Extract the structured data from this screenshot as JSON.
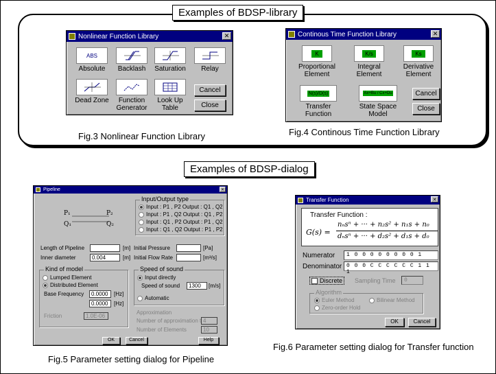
{
  "library_section": {
    "title": "Examples of BDSP-library",
    "nonlinear_window": {
      "title": "Nonlinear Function Library",
      "close": "✕",
      "blocks": [
        {
          "label": "Absolute",
          "glyph": "ABS"
        },
        {
          "label": "Backlash",
          "glyph": ""
        },
        {
          "label": "Saturation",
          "glyph": ""
        },
        {
          "label": "Relay",
          "glyph": ""
        },
        {
          "label": "Dead Zone",
          "glyph": ""
        },
        {
          "label": "Function\nGenerator",
          "glyph": ""
        },
        {
          "label": "Look Up\nTable",
          "glyph": ""
        }
      ],
      "cancel": "Cancel",
      "close_button": "Close"
    },
    "continuous_window": {
      "title": "Continous Time Function Library",
      "close": "✕",
      "blocks": [
        {
          "label": "Proportional\nElement",
          "glyph": "K"
        },
        {
          "label": "Integral\nElement",
          "glyph": "K/s"
        },
        {
          "label": "Derivative\nElement",
          "glyph": "Ks"
        },
        {
          "label": "Transfer\nFunction",
          "glyph": "N(s)/D(s)"
        },
        {
          "label": "State Space\nModel",
          "glyph": "Ax+Bu / Cx+Du"
        }
      ],
      "cancel": "Cancel",
      "close_button": "Close"
    },
    "fig3_caption": "Fig.3 Nonlinear Function Library",
    "fig4_caption": "Fig.4 Continous Time Function Library"
  },
  "dialog_section": {
    "title": "Examples of BDSP-dialog",
    "pipeline_window": {
      "title": "Pipeline",
      "close": "✕",
      "input_output_group": "Input/Output type",
      "io_options": [
        "Input : P1 , P2   Output : Q1 , Q2",
        "Input : P1 , Q2   Output : Q1 , P2",
        "Input : Q1 , P2   Output : P1 , Q2",
        "Input : Q1 , Q2   Output : P1 , P2"
      ],
      "row1_label": "Length of Pipeline",
      "row1_unit": "[m]",
      "row1_right_label": "Initial Pressure",
      "row1_right_unit": "[Pa]",
      "row2_label": "Inner diameter",
      "row2_value": "0.004",
      "row2_unit": "[m]",
      "row2_right_label": "Initial Flow Rate",
      "row2_right_unit": "[m³/s]",
      "kind_group": "Kind of model",
      "kind_options": [
        "Lumped Element",
        "Distributed Element"
      ],
      "freq_label": "Base Frequency",
      "f1_value": "0.0000",
      "f2_value": "0.0000",
      "freq_unit": "[Hz]",
      "damping_label": "Friction",
      "damping_value": "1.0E-06",
      "sound_group": "Speed of sound",
      "sound_options": [
        "Input directly",
        "Automatic"
      ],
      "sound_speed_label": "Speed of sound",
      "sound_speed_value": "1300",
      "sound_speed_unit": "[m/s]",
      "approx_group": "Approximation",
      "approx_row1_label": "Number of approximation terms",
      "approx_row1_value": "4",
      "approx_row2_label": "Number of Elements",
      "approx_row2_value": "10",
      "ok": "OK",
      "cancel": "Cancel",
      "help": "Help"
    },
    "transfer_window": {
      "title": "Transfer Function",
      "close": "✕",
      "heading": "Transfer Function :",
      "formula_num": "nₙsⁿ + ··· + n₂s² + n₁s + n₀",
      "formula_den": "dₙsⁿ + ··· + d₂s² + d₁s + d₀",
      "formula_lhs": "G(s) =",
      "numerator_label": "Numerator",
      "numerator_value": "1 0 0 0 0 0 0 0 0     1",
      "denominator_label": "Denominator",
      "denominator_value": "0 0 0 C C C C C C 1 1 1",
      "discrete_label": "Discrete",
      "sampling_label": "Sampling Time",
      "sampling_value": "0",
      "algorithm_group": "Algorithm",
      "algorithms": [
        "Euler Method",
        "Bilinear Method",
        "Zero-order Hold"
      ],
      "ok": "OK",
      "cancel": "Cancel"
    },
    "fig5_caption": "Fig.5 Parameter setting dialog for Pipeline",
    "fig6_caption": "Fig.6 Parameter setting dialog for Transfer function"
  }
}
